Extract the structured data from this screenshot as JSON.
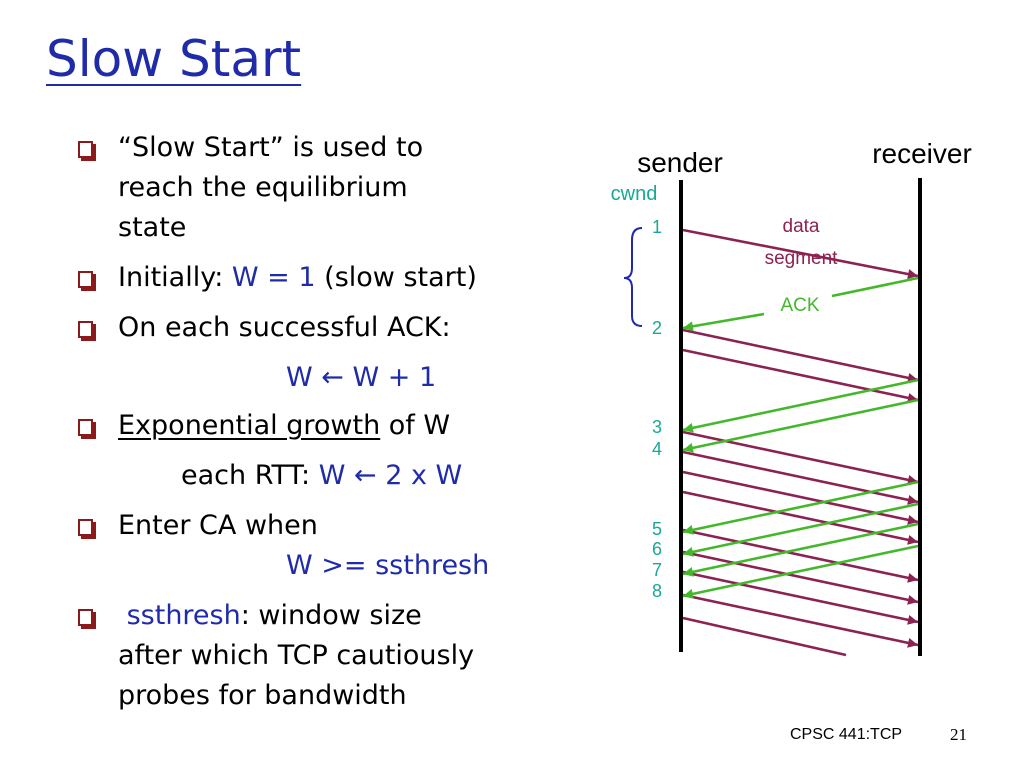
{
  "title": "Slow Start",
  "bullets": [
    {
      "lines": [
        "“Slow Start” is used to",
        "reach the equilibrium",
        "state"
      ]
    },
    {
      "prefix": "Initially: ",
      "highlight": "W = 1",
      "suffix": " (slow start)"
    },
    {
      "text": "On each successful ACK:"
    },
    {
      "formula": "W ← W + 1"
    },
    {
      "underlined": "Exponential growth",
      "suffix": " of W"
    },
    {
      "prefix": "each RTT: ",
      "highlight": "W ← 2 x W"
    },
    {
      "text": "Enter CA when"
    },
    {
      "highlight": "W >= ssthresh"
    },
    {
      "highlight": "ssthresh",
      "suffix": ": window size",
      "lines": [
        "after which TCP cautiously",
        "probes for bandwidth"
      ]
    }
  ],
  "diagram": {
    "sender_label": "sender",
    "receiver_label": "receiver",
    "cwnd_label": "cwnd",
    "data_label_line1": "data",
    "data_label_line2": "segment",
    "ack_label": "ACK",
    "cwnd_values": [
      "1",
      "2",
      "3",
      "4",
      "5",
      "6",
      "7",
      "8"
    ],
    "colors": {
      "data": "#8b2252",
      "ack": "#44b82b",
      "cwnd": "#18a894",
      "line": "#000000"
    }
  },
  "footer": {
    "course": "CPSC 441:TCP",
    "page": "21"
  }
}
